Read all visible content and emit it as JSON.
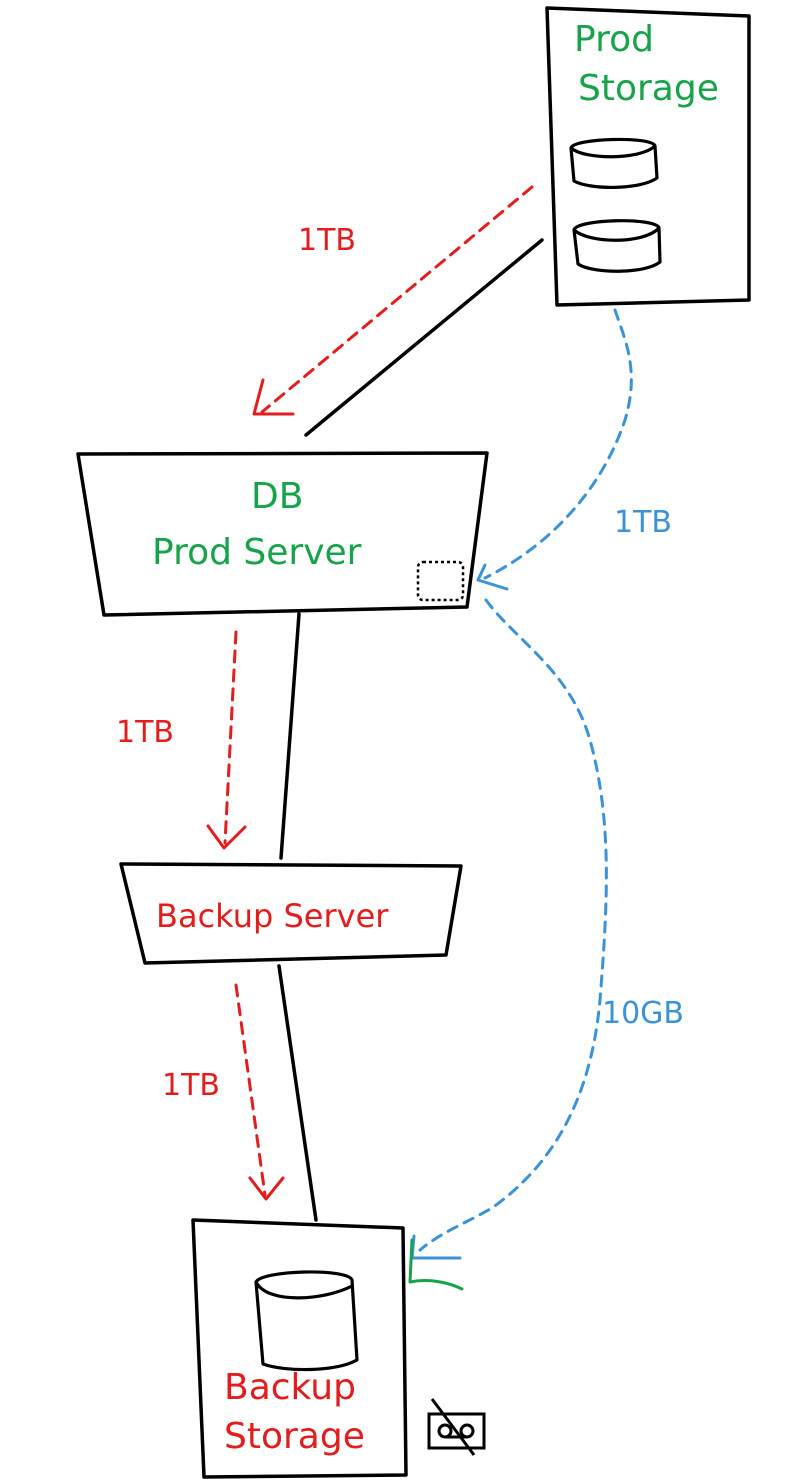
{
  "nodes": {
    "prod_storage": {
      "line1": "Prod",
      "line2": "Storage",
      "color": "#16a34a"
    },
    "db_prod_server": {
      "line1": "DB",
      "line2": "Prod Server",
      "color": "#16a34a"
    },
    "backup_server": {
      "label": "Backup Server",
      "color": "#e11d1d"
    },
    "backup_storage": {
      "line1": "Backup",
      "line2": "Storage",
      "color": "#e11d1d"
    }
  },
  "flows": {
    "storage_to_db": {
      "label": "1TB",
      "color": "#e11d1d"
    },
    "db_to_backup_server": {
      "label": "1TB",
      "color": "#e11d1d"
    },
    "backup_server_to_storage": {
      "label": "1TB",
      "color": "#e11d1d"
    },
    "storage_to_db_snapshot": {
      "label": "1TB",
      "color": "#3a93d6"
    },
    "snapshot_to_backup_storage": {
      "label": "10GB",
      "color": "#3a93d6"
    }
  },
  "icons": [
    "database-icon",
    "snapshot-icon",
    "tape-crossed-out-icon",
    "green-arrow-icon"
  ]
}
